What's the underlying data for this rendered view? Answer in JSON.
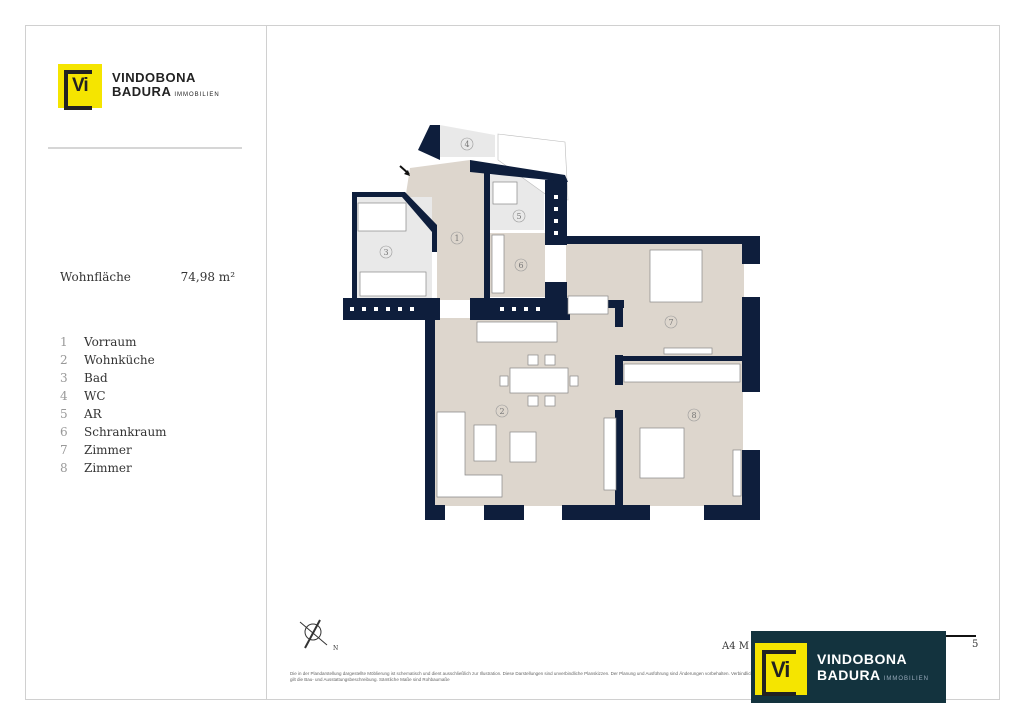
{
  "brand": {
    "line1": "VINDOBONA",
    "line2": "BADURA",
    "line3": "IMMOBILIEN",
    "mark": "Vi"
  },
  "area": {
    "label": "Wohnfläche",
    "value": "74,98 m²"
  },
  "rooms": [
    {
      "n": "1",
      "name": "Vorraum"
    },
    {
      "n": "2",
      "name": "Wohnküche"
    },
    {
      "n": "3",
      "name": "Bad"
    },
    {
      "n": "4",
      "name": "WC"
    },
    {
      "n": "5",
      "name": "AR"
    },
    {
      "n": "6",
      "name": "Schrankraum"
    },
    {
      "n": "7",
      "name": "Zimmer"
    },
    {
      "n": "8",
      "name": "Zimmer"
    }
  ],
  "footer": {
    "scale": "A4 M",
    "page": "5",
    "disclaimer": "Die in der Plandarstellung dargestellte Möblierung ist schematisch und dient ausschließlich zur Illustration. Diese Darstellungen sind unverbindliche Planskizzen. Der Planung und Ausführung sind Änderungen vorbehalten. Verbindlich gilt die Bau- und Ausstattungsbeschreibung. Sämtliche Maße sind Rohbaumaße",
    "north": "N"
  },
  "colors": {
    "wall": "#0e1e3c",
    "floor": "#ddd6cd",
    "wet": "#e9e9e9",
    "brand_yellow": "#f5e500",
    "badge_bg": "#13333e"
  }
}
